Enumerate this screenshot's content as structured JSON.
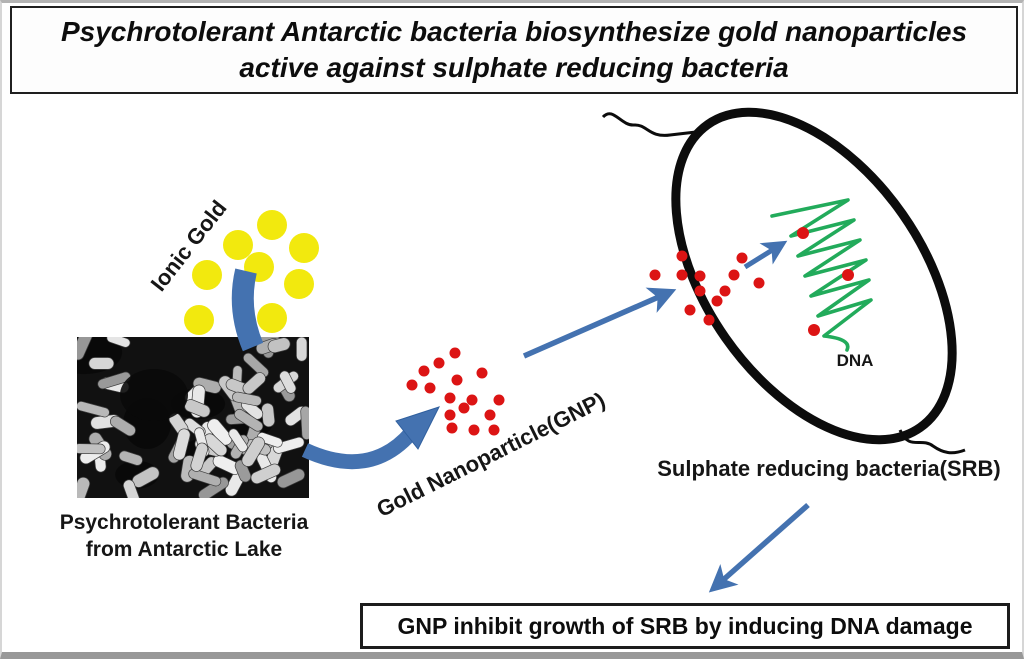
{
  "title": {
    "line1": "Psychrotolerant Antarctic bacteria biosynthesize gold nanoparticles",
    "line2": "active against sulphate reducing bacteria"
  },
  "labels": {
    "ionic_gold": "Ionic Gold",
    "bacteria_caption_line1": "Psychrotolerant Bacteria",
    "bacteria_caption_line2": "from Antarctic Lake",
    "gnp": "Gold Nanoparticle(GNP)",
    "srb": "Sulphate reducing bacteria(SRB)",
    "dna": "DNA",
    "conclusion": "GNP inhibit growth of SRB by inducing DNA damage"
  },
  "colors": {
    "gold": "#f2e90e",
    "gnp_red": "#dc1414",
    "arrow_blue": "#4472b0",
    "dna_green": "#22ab5b",
    "ink": "#161616",
    "photo_background": "#111111"
  }
}
